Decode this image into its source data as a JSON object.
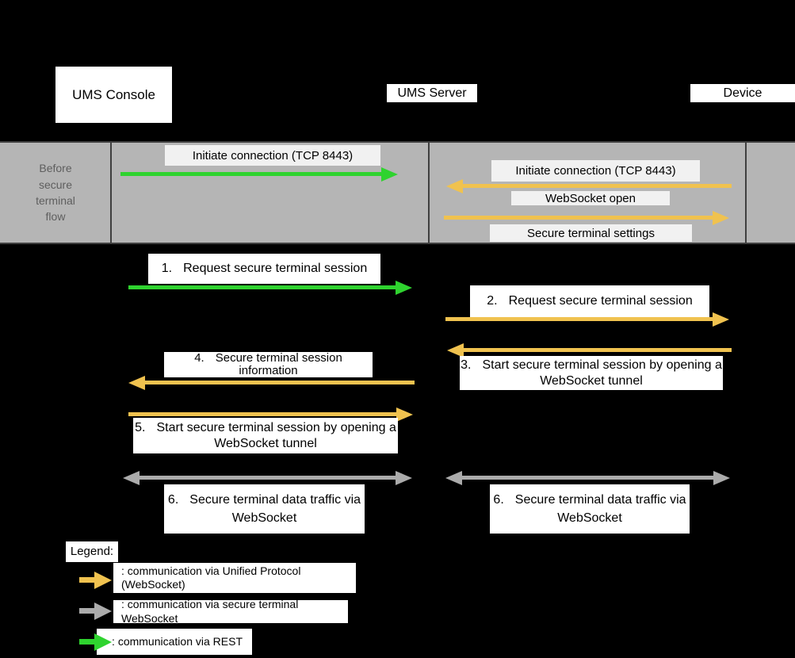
{
  "actors": {
    "console": "UMS Console",
    "server": "UMS Server",
    "device": "Device"
  },
  "band": {
    "label": "Before secure terminal flow",
    "left_message": "Initiate connection (TCP 8443)",
    "right_messages": {
      "initiate": "Initiate connection (TCP 8443)",
      "websocket_open": "WebSocket open",
      "secure_settings": "Secure terminal settings"
    }
  },
  "steps": {
    "s1": {
      "num": "1.",
      "text": "Request secure terminal session"
    },
    "s2": {
      "num": "2.",
      "text": "Request secure terminal session"
    },
    "s3": {
      "num": "3.",
      "text": "Start secure terminal session by opening a WebSocket tunnel"
    },
    "s4": {
      "num": "4.",
      "text": "Secure terminal session information"
    },
    "s5": {
      "num": "5.",
      "text": "Start secure terminal session by opening a WebSocket tunnel"
    },
    "s6_left": {
      "num": "6.",
      "text": "Secure terminal data traffic via WebSocket"
    },
    "s6_right": {
      "num": "6.",
      "text": "Secure terminal data traffic via WebSocket"
    }
  },
  "legend": {
    "title": "Legend:",
    "items": {
      "unified_protocol": {
        "text": ": communication via Unified Protocol (WebSocket)",
        "color": "#f0c24f"
      },
      "secure_terminal": {
        "text": ": communication via secure terminal WebSocket",
        "color": "#ababab"
      },
      "rest": {
        "text": ": communication via REST",
        "color": "#2fd32f"
      }
    }
  },
  "colors": {
    "band_fill": "#b5b5b5",
    "band_border": "#3f3f3f",
    "band_text": "#5e5e5e",
    "message_label_bg": "#f1f1f1",
    "background": "#000000"
  }
}
